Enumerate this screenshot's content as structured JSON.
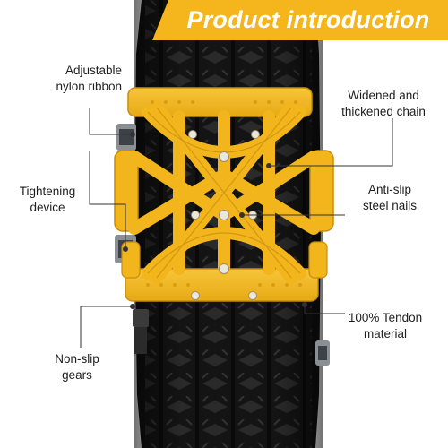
{
  "banner": {
    "title": "Product introduction",
    "color": "#f4b51d"
  },
  "colors": {
    "tire": "#151515",
    "chain": "#f2b51c",
    "chain_shadow": "#c8900e",
    "stud": "#e9e6dc",
    "leader_line": "#333333"
  },
  "labels": {
    "adjustable": [
      "Adjustable",
      "nylon ribbon"
    ],
    "widened": [
      "Widened and",
      "thickened chain"
    ],
    "tightening": [
      "Tightening",
      "device"
    ],
    "anti_slip": [
      "Anti-slip",
      "steel nails"
    ],
    "tendon": [
      "100% Tendon",
      "material"
    ],
    "non_slip": [
      "Non-slip",
      "gears"
    ]
  }
}
